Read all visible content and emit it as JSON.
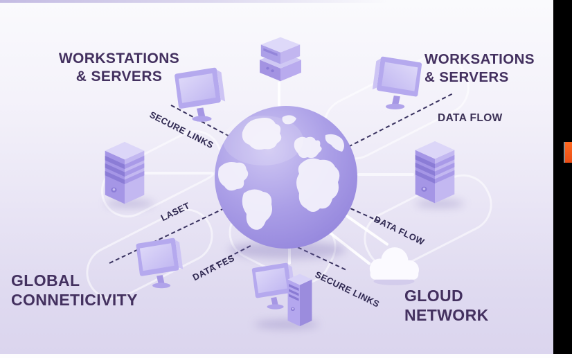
{
  "illustration": {
    "headings": {
      "top_left": {
        "line1": "WORKSTATIONS",
        "line2": "& SERVERS"
      },
      "top_right": {
        "line1": "WORKSATIONS",
        "line2": "& SERVERS"
      },
      "bottom_left": {
        "line1": "GLOBAL",
        "line2": "CONNETICIVITY"
      },
      "bottom_right": {
        "line1": "GLOUD",
        "line2": "NETWORK"
      }
    },
    "link_labels": {
      "top_left_secure_links": "SECURE LINKS",
      "top_right_data_flow": "DATA FLOW",
      "left_laset": "LASET",
      "bottom_left_data_fes": "DATA FES",
      "right_data_flow": "DATA FLOW",
      "bottom_right_secure_links": "SECURE LINKS"
    },
    "icons": {
      "center": "globe-icon",
      "top_left": "monitor-icon",
      "top_center": "storage-stack-icon",
      "top_right": "monitor-icon",
      "left": "server-tower-icon",
      "right": "server-tower-icon",
      "bottom_left": "monitor-icon",
      "bottom_center": "desktop-pc-icon",
      "cloud": "cloud-icon"
    },
    "colors": {
      "heading_text": "#43305f",
      "label_text": "#2e2750",
      "dash_line": "#38315f",
      "globe_base": "#a89be6",
      "device_purple": "#b3a7ec",
      "background_top": "#fafafd",
      "background_bottom": "#dbd5ee",
      "right_strip": "#000000",
      "orange_marker": "#f4581d"
    }
  }
}
